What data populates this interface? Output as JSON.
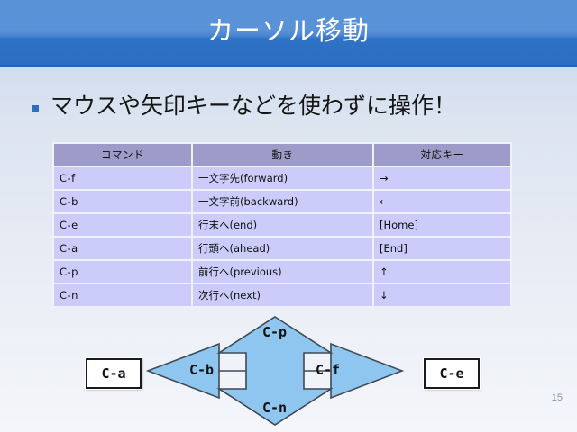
{
  "slide": {
    "title": "カーソル移動",
    "page_number": "15",
    "accent_header_color": "#2f72c4",
    "body_background_color": "#dce4f0"
  },
  "bullet": {
    "marker": "square-bullet",
    "text": "マウスや矢印キーなどを使わずに操作！"
  },
  "table": {
    "header_background": "#9f9bc9",
    "cell_background": "#ccccfa",
    "columns": [
      "コマンド",
      "動き",
      "対応キー"
    ],
    "rows": [
      {
        "command": "C-f",
        "motion": "一文字先(forward)",
        "key": "→"
      },
      {
        "command": "C-b",
        "motion": "一文字前(backward)",
        "key": "←"
      },
      {
        "command": "C-e",
        "motion": "行末へ(end)",
        "key": "[Home]"
      },
      {
        "command": "C-a",
        "motion": "行頭へ(ahead)",
        "key": "[End]"
      },
      {
        "command": "C-p",
        "motion": "前行へ(previous)",
        "key": "↑"
      },
      {
        "command": "C-n",
        "motion": "次行へ(next)",
        "key": "↓"
      }
    ]
  },
  "diagram": {
    "arrow_fill_color": "#8ec6f0",
    "arrow_stroke_color": "#3f4a55",
    "up_label": "C-p",
    "down_label": "C-n",
    "left_label": "C-b",
    "right_label": "C-f",
    "left_box_label": "C-a",
    "right_box_label": "C-e"
  }
}
